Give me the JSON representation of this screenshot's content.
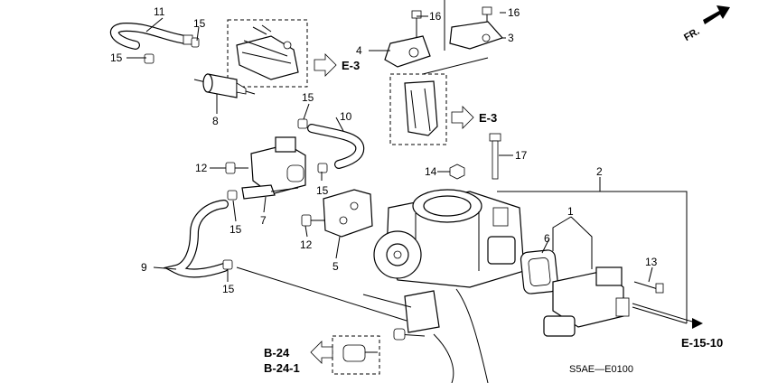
{
  "callouts": {
    "c1": "1",
    "c2": "2",
    "c3": "3",
    "c4": "4",
    "c5": "5",
    "c6": "6",
    "c7": "7",
    "c8": "8",
    "c9": "9",
    "c10": "10",
    "c11": "11",
    "c12a": "12",
    "c12b": "12",
    "c13": "13",
    "c14": "14",
    "c15a": "15",
    "c15b": "15",
    "c15c": "15",
    "c15d": "15",
    "c15e": "15",
    "c16a": "16",
    "c16b": "16",
    "c17": "17"
  },
  "references": {
    "e3_top": "E-3",
    "e3_mid": "E-3",
    "e15": "E-15-10",
    "b24": "B-24",
    "b241": "B-24-1"
  },
  "direction_label": "FR.",
  "diagram_code": "S5AE—E0100"
}
